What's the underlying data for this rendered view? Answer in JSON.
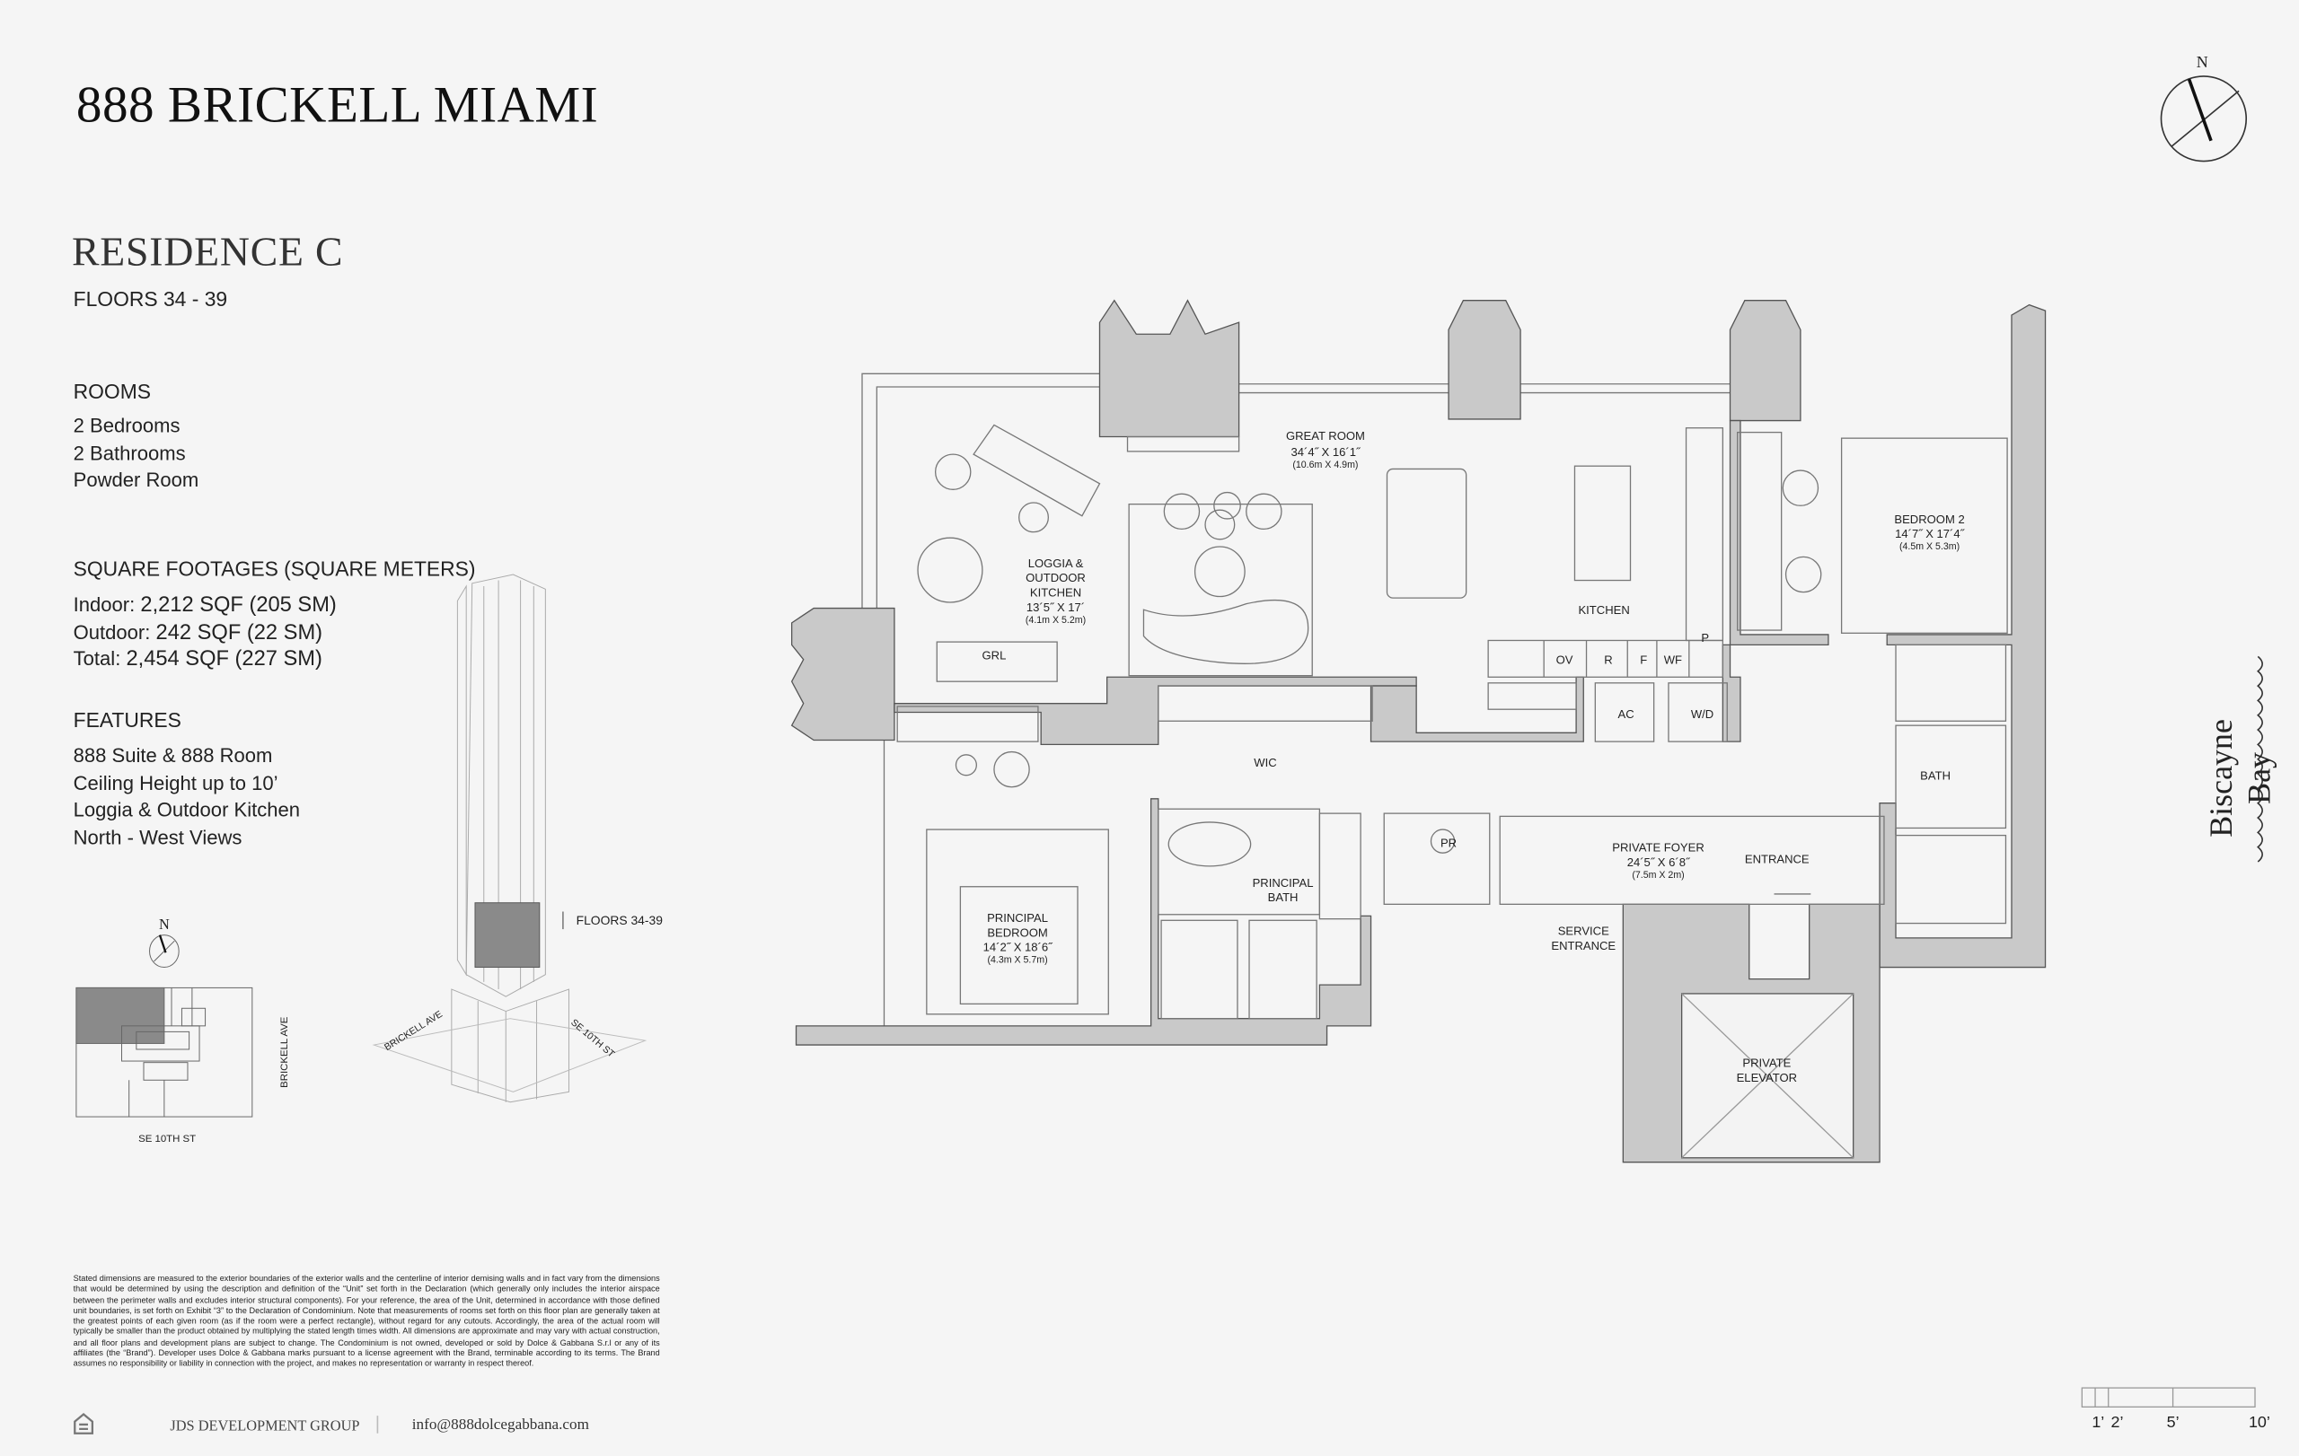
{
  "header": {
    "title": "888 BRICKELL MIAMI",
    "residence": "RESIDENCE C",
    "floors": "FLOORS 34 - 39"
  },
  "rooms": {
    "heading": "ROOMS",
    "items": [
      "2 Bedrooms",
      "2 Bathrooms",
      "Powder Room"
    ]
  },
  "square_footages": {
    "heading": "SQUARE FOOTAGES (SQUARE METERS)",
    "items": [
      {
        "label": "Indoor:",
        "value": "2,212 SQF (205 SM)"
      },
      {
        "label": "Outdoor:",
        "value": "242 SQF (22 SM)"
      },
      {
        "label": "Total:",
        "value": "2,454 SQF (227 SM)"
      }
    ]
  },
  "features": {
    "heading": "FEATURES",
    "items": [
      "888 Suite & 888 Room",
      "Ceiling Height up to 10’",
      "Loggia & Outdoor Kitchen",
      "North - West Views"
    ]
  },
  "site_map": {
    "north": "N",
    "street_right": "BRICKELL AVE",
    "street_bottom": "SE 10TH ST"
  },
  "tower": {
    "floors_label": "FLOORS 34-39",
    "street_left": "BRICKELL AVE",
    "street_right": "SE 10TH ST"
  },
  "compass": {
    "north": "N"
  },
  "water_label": "Biscayne Bay",
  "plan": {
    "great_room": {
      "name": "GREAT ROOM",
      "dim": "34´4˝ X 16´1˝",
      "metric": "(10.6m X 4.9m)"
    },
    "loggia": {
      "line1": "LOGGIA &",
      "line2": "OUTDOOR",
      "line3": "KITCHEN",
      "dim": "13´5˝ X 17´",
      "metric": "(4.1m X 5.2m)"
    },
    "grl": "GRL",
    "kitchen": "KITCHEN",
    "appliances": {
      "ov": "OV",
      "r": "R",
      "f": "F",
      "wf": "WF",
      "p": "P"
    },
    "ac": "AC",
    "wd": "W/D",
    "wic": "WIC",
    "bedroom2": {
      "name": "BEDROOM 2",
      "dim": "14´7˝ X 17´4˝",
      "metric": "(4.5m X 5.3m)"
    },
    "bath": "BATH",
    "pr": "PR",
    "principal_bath": {
      "line1": "PRINCIPAL",
      "line2": "BATH"
    },
    "foyer": {
      "name": "PRIVATE FOYER",
      "dim": "24´5˝ X 6´8˝",
      "metric": "(7.5m X 2m)"
    },
    "entrance": "ENTRANCE",
    "service_entrance": {
      "line1": "SERVICE",
      "line2": "ENTRANCE"
    },
    "principal_bedroom": {
      "line1": "PRINCIPAL",
      "line2": "BEDROOM",
      "dim": "14´2˝ X 18´6˝",
      "metric": "(4.3m X 5.7m)"
    },
    "elevator": {
      "line1": "PRIVATE",
      "line2": "ELEVATOR"
    }
  },
  "scale_bar": {
    "labels": [
      "1’",
      "2’",
      "5’",
      "10’"
    ]
  },
  "disclaimer": "Stated dimensions are measured to the exterior boundaries of the exterior walls and the centerline of interior demising walls and in fact vary from the dimensions that would be determined by using the description and definition of the “Unit” set forth in the Declaration (which generally only includes the interior airspace between the perimeter walls and excludes interior structural components). For your reference, the area of the Unit, determined in accordance with those defined unit boundaries, is set forth on Exhibit “3” to the Declaration of Condominium. Note that measurements of rooms set forth on this floor plan are generally taken at the greatest points of each given room (as if the room were a perfect rectangle), without regard for any cutouts. Accordingly, the area of the actual room will typically be smaller than the product obtained by multiplying the stated length times width. All dimensions are approximate and may vary with actual construction, and all floor plans and development plans are subject to change. The Condominium is not owned, developed or sold by Dolce & Gabbana S.r.l or any of its affiliates (the “Brand”). Developer uses Dolce & Gabbana marks pursuant to a license agreement with the Brand, terminable according to its terms. The Brand assumes no responsibility or liability in connection with the project, and makes no representation or warranty in respect thereof.",
  "footer": {
    "developer": "JDS DEVELOPMENT GROUP",
    "email": "info@888dolcegabbana.com"
  },
  "colors": {
    "wall": "#c9c9c9",
    "line": "#555555",
    "background": "#f5f5f5",
    "highlight": "#8a8a8a"
  }
}
